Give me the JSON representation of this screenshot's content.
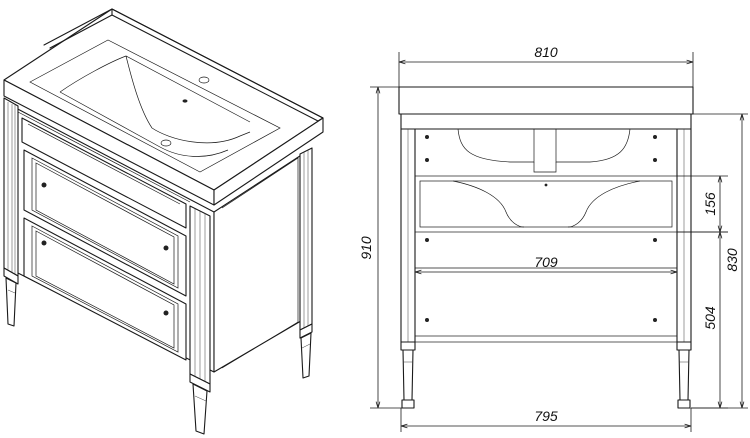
{
  "dimensions": {
    "top_width": "810",
    "bottom_width": "795",
    "inner_width": "709",
    "total_height": "910",
    "body_height": "830",
    "drawer_height": "156",
    "leg_height": "504"
  }
}
